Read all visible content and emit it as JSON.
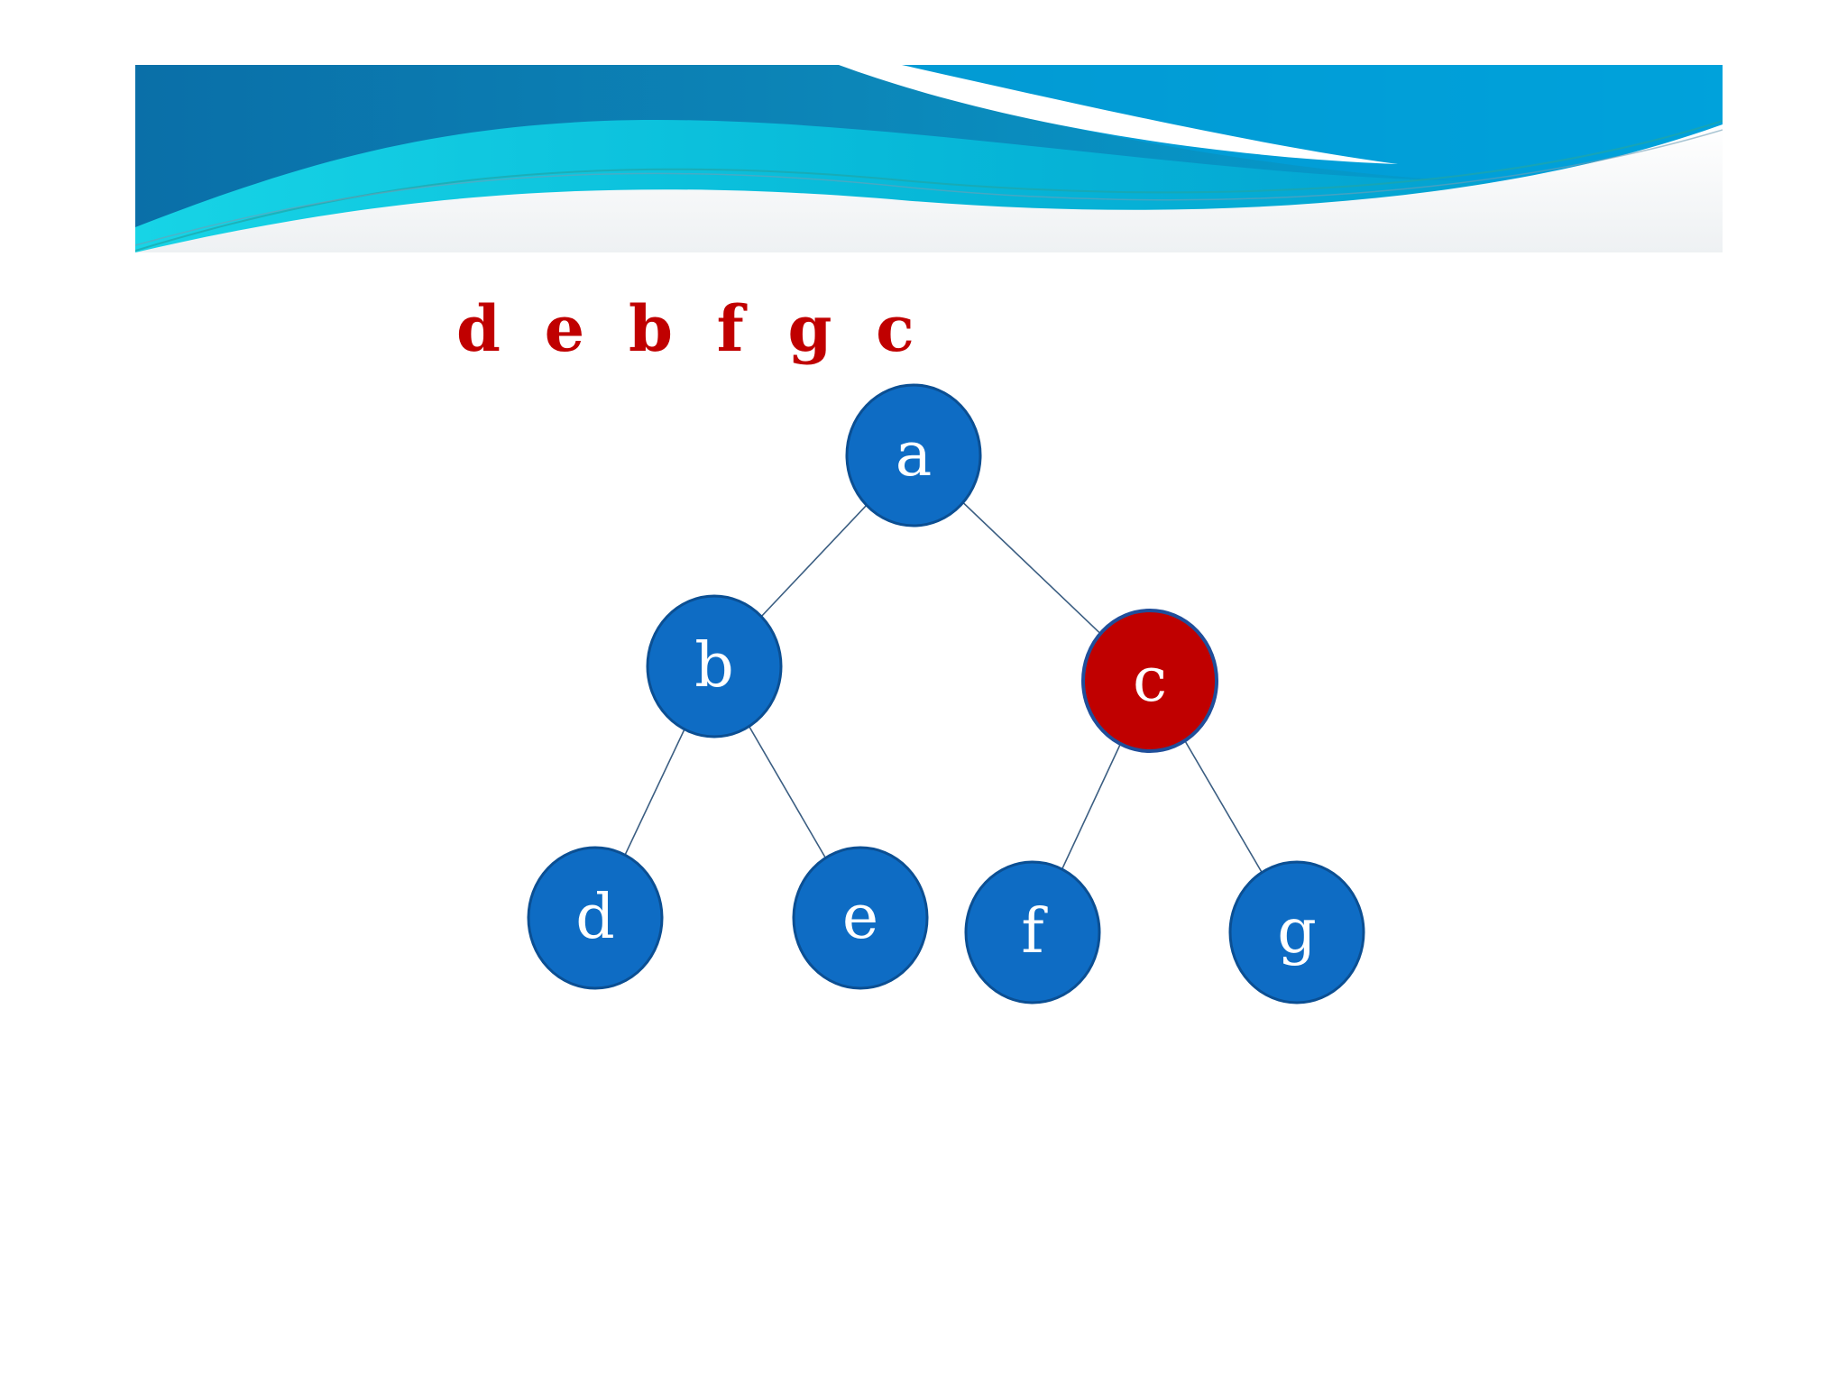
{
  "theme": {
    "node_color": "#0E6CC4",
    "node_border": "#0B4F93",
    "highlight_color": "#C00000",
    "highlight_border": "#1F4E9A",
    "edge_color": "#3B5E82",
    "sequence_color": "#C00000",
    "banner_colors": [
      "#0A6FA8",
      "#00A6D6",
      "#17D4E6",
      "#F4F6F7"
    ]
  },
  "traversal": {
    "sequence_text": "d  e  b  f  g  c"
  },
  "tree": {
    "nodes": [
      {
        "id": "a",
        "label": "a",
        "highlighted": false
      },
      {
        "id": "b",
        "label": "b",
        "highlighted": false
      },
      {
        "id": "c",
        "label": "c",
        "highlighted": true
      },
      {
        "id": "d",
        "label": "d",
        "highlighted": false
      },
      {
        "id": "e",
        "label": "e",
        "highlighted": false
      },
      {
        "id": "f",
        "label": "f",
        "highlighted": false
      },
      {
        "id": "g",
        "label": "g",
        "highlighted": false
      }
    ],
    "edges": [
      {
        "from": "a",
        "to": "b"
      },
      {
        "from": "a",
        "to": "c"
      },
      {
        "from": "b",
        "to": "d"
      },
      {
        "from": "b",
        "to": "e"
      },
      {
        "from": "c",
        "to": "f"
      },
      {
        "from": "c",
        "to": "g"
      }
    ]
  }
}
